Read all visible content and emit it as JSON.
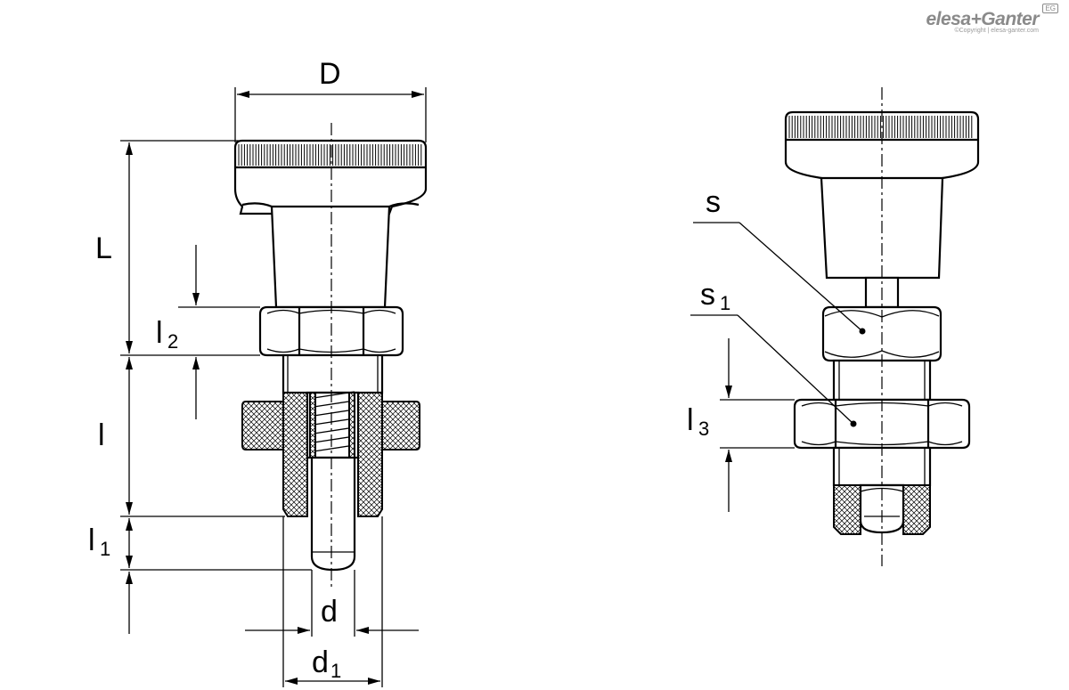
{
  "brand": {
    "name": "elesa+Ganter",
    "copyright": "©Copyright | elesa-ganter.com",
    "badge": "EG"
  },
  "left_view": {
    "dimensions": {
      "D": "D",
      "L": "L",
      "l2_main": "l",
      "l2_sub": "2",
      "l": "l",
      "l1_main": "l",
      "l1_sub": "1",
      "d": "d",
      "d1_main": "d",
      "d1_sub": "1"
    }
  },
  "right_view": {
    "labels": {
      "s": "s",
      "s1_main": "s",
      "s1_sub": "1",
      "l3_main": "l",
      "l3_sub": "3"
    }
  }
}
